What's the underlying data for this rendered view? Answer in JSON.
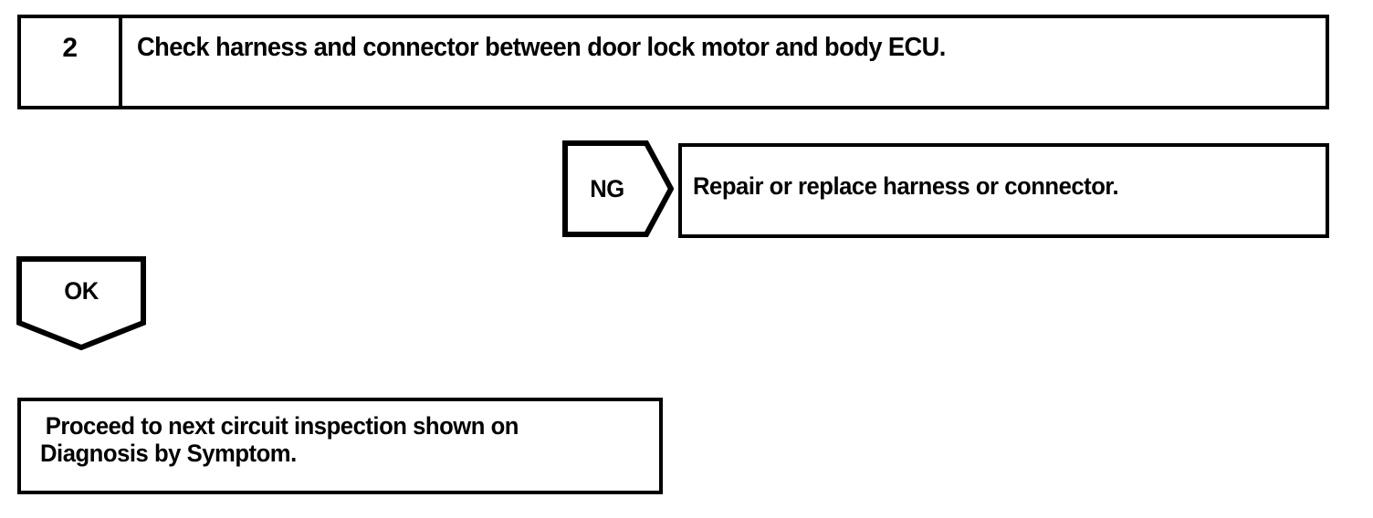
{
  "document": {
    "type": "automotive-diagnostic-flowchart",
    "background_color": "#ffffff",
    "line_color": "#000000"
  },
  "step": {
    "number": "2",
    "instruction": "Check harness and connector between door lock motor and body ECU."
  },
  "branches": {
    "ng": {
      "label": "NG",
      "shape": "pentagon-right",
      "result": "Repair or replace harness or connector."
    },
    "ok": {
      "label": "OK",
      "shape": "pentagon-down"
    }
  },
  "outcome": {
    "line1": "Proceed to next circuit inspection shown on",
    "line2": "Diagnosis by Symptom."
  }
}
